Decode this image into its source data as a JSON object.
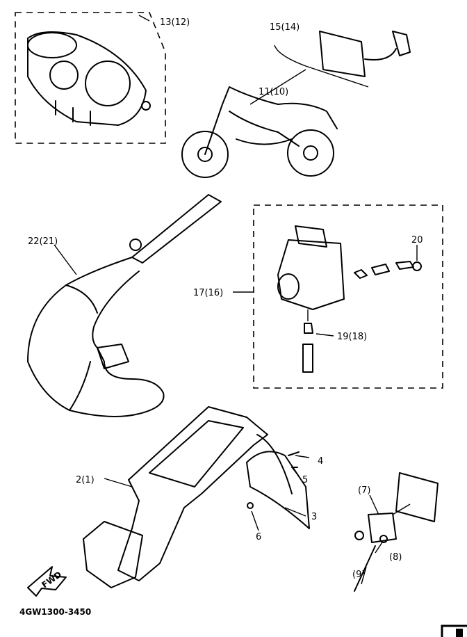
{
  "diagram_code": "4GW1300-3450",
  "forward_marker": "FWD",
  "callouts": [
    {
      "id": "meter",
      "label": "13(12)"
    },
    {
      "id": "cdi",
      "label": "15(14)"
    },
    {
      "id": "bike",
      "label": "11(10)"
    },
    {
      "id": "exhaust",
      "label": "22(21)"
    },
    {
      "id": "carb",
      "label": "17(16)"
    },
    {
      "id": "carb-cap",
      "label": "20"
    },
    {
      "id": "carb-jet",
      "label": "19(18)"
    },
    {
      "id": "bolt",
      "label": "4"
    },
    {
      "id": "washer",
      "label": "5"
    },
    {
      "id": "rear-fender",
      "label": "2(1)"
    },
    {
      "id": "flap",
      "label": "3"
    },
    {
      "id": "nut",
      "label": "6"
    },
    {
      "id": "bracket",
      "label": "(7)"
    },
    {
      "id": "washer-8",
      "label": "(8)"
    },
    {
      "id": "bolt-9",
      "label": "(9)"
    }
  ]
}
